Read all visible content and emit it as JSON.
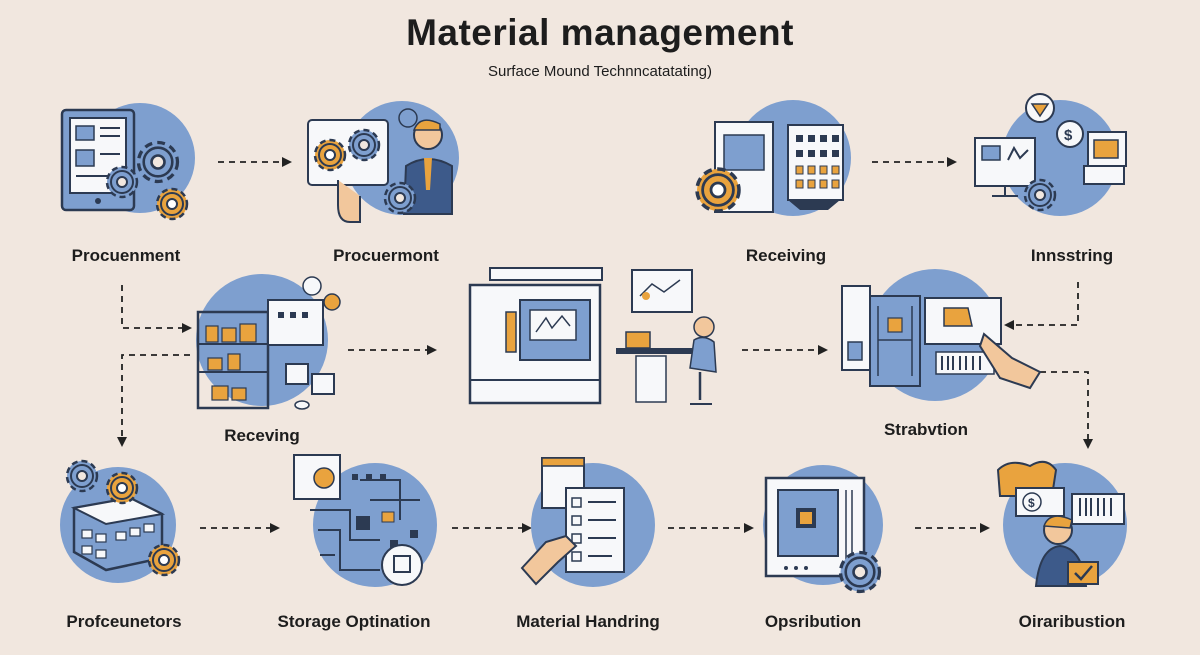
{
  "title": "Material management",
  "subtitle": "Surface Mound Technncatatating)",
  "colors": {
    "background": "#f1e7df",
    "circle": "#7e9fcf",
    "outline": "#2c3a52",
    "accent_orange": "#e9a33e",
    "panel_white": "#f7f8fa"
  },
  "nodes": [
    {
      "id": "n1",
      "label": "Procuenment",
      "icon": "tablet-gears-icon"
    },
    {
      "id": "n2",
      "label": "Procuermont",
      "icon": "businessman-gears-icon"
    },
    {
      "id": "n3",
      "label": "Receiving",
      "icon": "component-rack-icon"
    },
    {
      "id": "n4",
      "label": "Innsstring",
      "icon": "computer-finance-icon"
    },
    {
      "id": "n5",
      "label": "Receving",
      "icon": "storage-shelves-icon"
    },
    {
      "id": "n6",
      "label": "",
      "icon": "smt-machine-operator-icon"
    },
    {
      "id": "n7",
      "label": "Strabvtion",
      "icon": "barcode-scan-station-icon"
    },
    {
      "id": "n8",
      "label": "Profceunetors",
      "icon": "processor-gears-icon"
    },
    {
      "id": "n9",
      "label": "Storage Optination",
      "icon": "circuit-board-icon"
    },
    {
      "id": "n10",
      "label": "Material Handring",
      "icon": "checklist-hand-icon"
    },
    {
      "id": "n11",
      "label": "Opsribution",
      "icon": "pcb-gear-icon"
    },
    {
      "id": "n12",
      "label": "Oiraribustion",
      "icon": "distribution-person-icon"
    }
  ]
}
